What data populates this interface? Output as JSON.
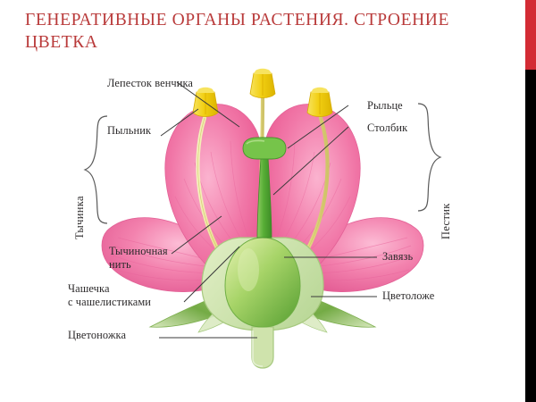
{
  "slide": {
    "title": "Генеративные органы растения. Строение цветка",
    "title_line1": "Генеративные органы",
    "title_line2": "растения. Строение цветка",
    "title_color": "#b93a3a",
    "background": "#ffffff",
    "accent_bar_red": "#d32b34",
    "accent_bar_black": "#000000"
  },
  "diagram": {
    "subject": "flower-cross-section",
    "colors": {
      "petal": "#f06ba0",
      "petal_dark": "#e0518c",
      "petal_light": "#f9a9c6",
      "anther": "#f3d117",
      "anther_dark": "#e0b400",
      "filament": "#efeaa0",
      "style": "#63b544",
      "stigma": "#76c44a",
      "ovary": "#8fc75b",
      "ovary_dark": "#5fa83a",
      "receptacle": "#cfe3ac",
      "sepal": "#7fb04a",
      "pedicel": "#cfe3ac",
      "leader_line": "#3a3a3a",
      "brace": "#555555"
    },
    "labels": [
      {
        "id": "petal",
        "text": "Лепесток венчика",
        "side": "left"
      },
      {
        "id": "anther",
        "text": "Пыльник",
        "side": "left"
      },
      {
        "id": "stigma",
        "text": "Рыльце",
        "side": "right"
      },
      {
        "id": "style",
        "text": "Столбик",
        "side": "right"
      },
      {
        "id": "filament",
        "text": "Тычиночная\nнить",
        "side": "left"
      },
      {
        "id": "calyx",
        "text": "Чашечка\nс чашелистиками",
        "side": "left"
      },
      {
        "id": "pedicel",
        "text": "Цветоножка",
        "side": "left"
      },
      {
        "id": "ovary",
        "text": "Завязь",
        "side": "right"
      },
      {
        "id": "receptacle",
        "text": "Цветоложе",
        "side": "right"
      }
    ],
    "brace_labels": [
      {
        "id": "stamen",
        "text": "Тычинка",
        "side": "left"
      },
      {
        "id": "pistil",
        "text": "Пестик",
        "side": "right"
      }
    ]
  }
}
